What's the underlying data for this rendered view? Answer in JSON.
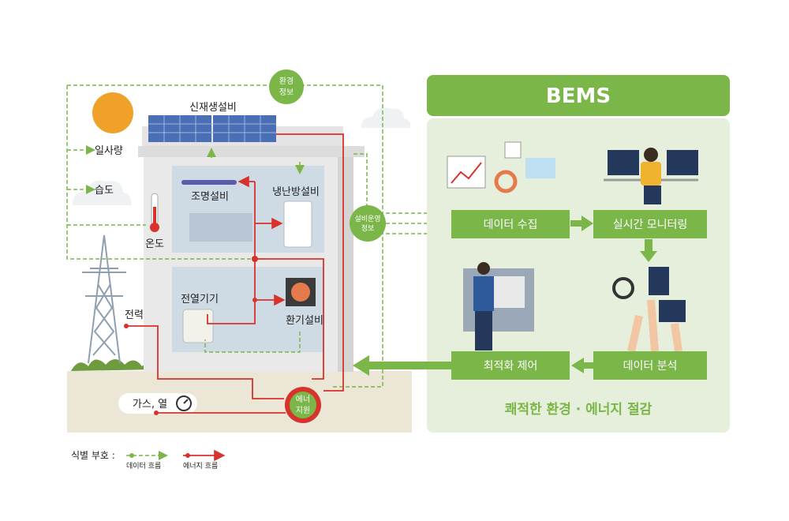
{
  "title": "BEMS",
  "left": {
    "renewable": "신재생설비",
    "env_info": [
      "환경",
      "정보"
    ],
    "sunlight": "일사량",
    "humidity": "습도",
    "temperature": "온도",
    "power": "전력",
    "lighting": "조명설비",
    "hvac": "냉난방설비",
    "heater": "전열기기",
    "ventilation": "환기설비",
    "gas_heat": "가스, 열",
    "energy_supply": [
      "에너",
      "지원"
    ],
    "equipment_info": [
      "설비운영",
      "정보"
    ]
  },
  "right": {
    "data_collection": "데이터 수집",
    "realtime_monitoring": "실시간 모니터링",
    "data_analysis": "데이터 분석",
    "optimal_control": "최적화 제어",
    "tagline": "쾌적한 환경 · 에너지 절감"
  },
  "legend": {
    "label": "식별 부호 :",
    "data_flow": "데이터 흐름",
    "energy_flow": "에너지 흐름"
  },
  "colors": {
    "green": "#7ab648",
    "light_green": "#e6efdb",
    "red": "#d7322b",
    "building": "#e9e9e9",
    "room": "#cfdbe4"
  }
}
